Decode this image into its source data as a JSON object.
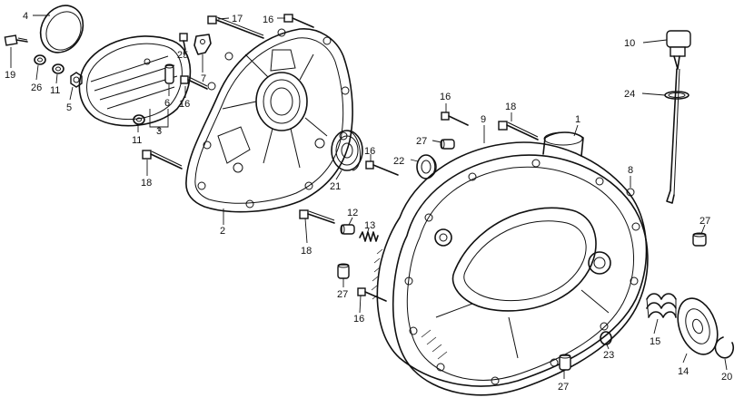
{
  "callouts": {
    "c1": "1",
    "c2": "2",
    "c3": "3",
    "c4": "4",
    "c5": "5",
    "c6": "6",
    "c7": "7",
    "c8": "8",
    "c9": "9",
    "c10": "10",
    "c11a": "11",
    "c11b": "11",
    "c12": "12",
    "c13": "13",
    "c14": "14",
    "c15": "15",
    "c16a": "16",
    "c16b": "16",
    "c16c": "16",
    "c16d": "16",
    "c16e": "16",
    "c17": "17",
    "c18a": "18",
    "c18b": "18",
    "c18c": "18",
    "c19": "19",
    "c20": "20",
    "c21": "21",
    "c22": "22",
    "c23": "23",
    "c24": "24",
    "c25": "25",
    "c26": "26",
    "c27a": "27",
    "c27b": "27",
    "c27c": "27",
    "c27d": "27"
  }
}
